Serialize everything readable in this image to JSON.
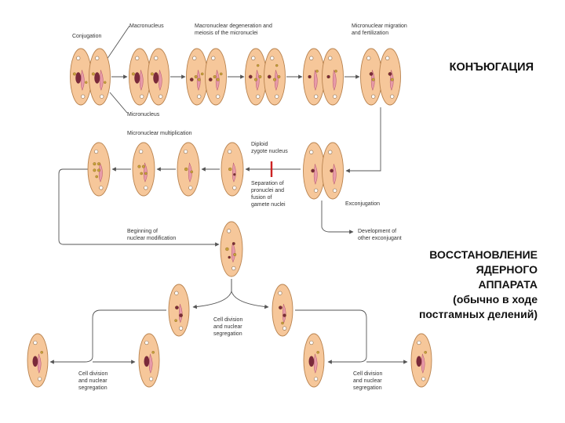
{
  "colors": {
    "cell_fill": "#f6c79a",
    "cell_stroke": "#b9834f",
    "macronucleus": "#7a2a3a",
    "micronucleus": "#c9a23a",
    "oral_groove": "#e79aa8",
    "arrow": "#555555",
    "block_bar": "#cc2222"
  },
  "labels": {
    "conjugation": "Conjugation",
    "macronucleus": "Macronucleus",
    "micronucleus": "Micronucleus",
    "degeneration": [
      "Macronuclear degeneration and",
      "meiosis of the micronuclei"
    ],
    "migration": [
      "Micronuclear migration",
      "and fertilization"
    ],
    "multiplication": "Micronuclear multiplication",
    "diploid": [
      "Diploid",
      "zygote nucleus"
    ],
    "separation": [
      "Separation of",
      "pronuclei and",
      "fusion of",
      "gamete nuclei"
    ],
    "exconjugation": "Exconjugation",
    "development": [
      "Development of",
      "other exconjugant"
    ],
    "beginning": [
      "Beginning of",
      "nuclear modification"
    ],
    "cell_division_center": [
      "Cell division",
      "and nuclear",
      "segregation"
    ],
    "cell_division_left": [
      "Cell division",
      "and nuclear",
      "segregation"
    ],
    "cell_division_right": [
      "Cell division",
      "and nuclear",
      "segregation"
    ]
  },
  "ru": {
    "title": "КОНЪЮГАЦИЯ",
    "restore": [
      "ВОССТАНОВЛЕНИЕ",
      "ЯДЕРНОГО",
      "АППАРАТА",
      "(обычно в ходе",
      "постгамных делений)"
    ]
  }
}
